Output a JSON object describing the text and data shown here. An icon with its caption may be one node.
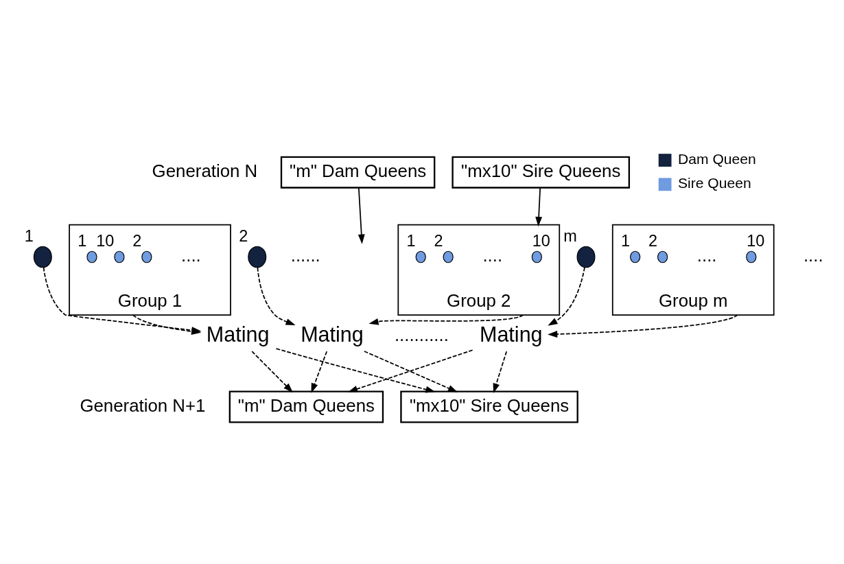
{
  "diagram": {
    "nodes": [
      {
        "text": [
          "\"m\" Dam Queens"
        ]
      },
      {
        "text": [
          "\"mx10\" Sire Queens"
        ]
      },
      {
        "text": [],
        "shape": "circle",
        "beside": [
          "1"
        ]
      },
      {
        "text": [],
        "shape": "circle",
        "beside": [
          "2"
        ]
      },
      {
        "text": [],
        "shape": "circle",
        "beside": [
          "m"
        ]
      },
      {
        "text": [
          "Group 1"
        ]
      },
      {
        "text": [],
        "shape": "circle",
        "beside": [
          "1"
        ],
        "in": 5
      },
      {
        "text": [],
        "shape": "circle",
        "beside": [
          "2"
        ],
        "in": 5
      },
      {
        "text": [],
        "shape": "circle",
        "beside": [
          "10"
        ],
        "in": 5
      },
      {
        "text": [
          "Group 2"
        ]
      },
      {
        "text": [],
        "shape": "circle",
        "beside": [
          "1"
        ],
        "in": 9
      },
      {
        "text": [],
        "shape": "circle",
        "beside": [
          "2"
        ],
        "in": 9
      },
      {
        "text": [],
        "shape": "circle",
        "beside": [
          "10"
        ],
        "in": 9
      },
      {
        "text": [
          "Group m"
        ]
      },
      {
        "text": [],
        "shape": "circle",
        "beside": [
          "1"
        ],
        "in": 13
      },
      {
        "text": [],
        "shape": "circle",
        "beside": [
          "2"
        ],
        "in": 13
      },
      {
        "text": [],
        "shape": "circle",
        "beside": [
          "10"
        ],
        "in": 13
      },
      {
        "text": [
          "Mating"
        ]
      },
      {
        "text": [
          "Mating"
        ]
      },
      {
        "text": [
          "Mating"
        ]
      },
      {
        "text": [
          "\"m\" Dam Queens"
        ]
      },
      {
        "text": [
          "\"mx10\" Sire Queens"
        ]
      }
    ],
    "edges": [
      {
        "from": 0,
        "to": null,
        "arrow": "to"
      },
      {
        "from": 1,
        "to": 9,
        "arrow": "to"
      },
      {
        "from": 2,
        "to": 17,
        "arrow": "to",
        "style": "dashed"
      },
      {
        "from": 5,
        "to": 17,
        "arrow": "to",
        "style": "dashed"
      },
      {
        "from": 3,
        "to": 18,
        "arrow": "to",
        "style": "dashed"
      },
      {
        "from": 9,
        "to": 18,
        "arrow": "to",
        "style": "dashed"
      },
      {
        "from": 4,
        "to": 19,
        "arrow": "to",
        "style": "dashed"
      },
      {
        "from": 13,
        "to": 19,
        "arrow": "to",
        "style": "dashed"
      },
      {
        "from": 17,
        "to": 20,
        "arrow": "to",
        "style": "dashed"
      },
      {
        "from": 17,
        "to": 21,
        "arrow": "to",
        "style": "dashed"
      },
      {
        "from": 18,
        "to": 20,
        "arrow": "to",
        "style": "dashed"
      },
      {
        "from": 18,
        "to": 21,
        "arrow": "to",
        "style": "dashed"
      },
      {
        "from": 19,
        "to": 20,
        "arrow": "to",
        "style": "dashed"
      },
      {
        "from": 19,
        "to": 21,
        "arrow": "to",
        "style": "dashed"
      }
    ],
    "labels": [
      "Generation N",
      "......",
      "....",
      "....",
      "....",
      "....",
      "...........",
      "Generation N+1"
    ],
    "legend": [
      {
        "text": "Dam Queen",
        "color": "#12223f"
      },
      {
        "text": "Sire Queen",
        "color": "#6f9be0"
      }
    ]
  }
}
